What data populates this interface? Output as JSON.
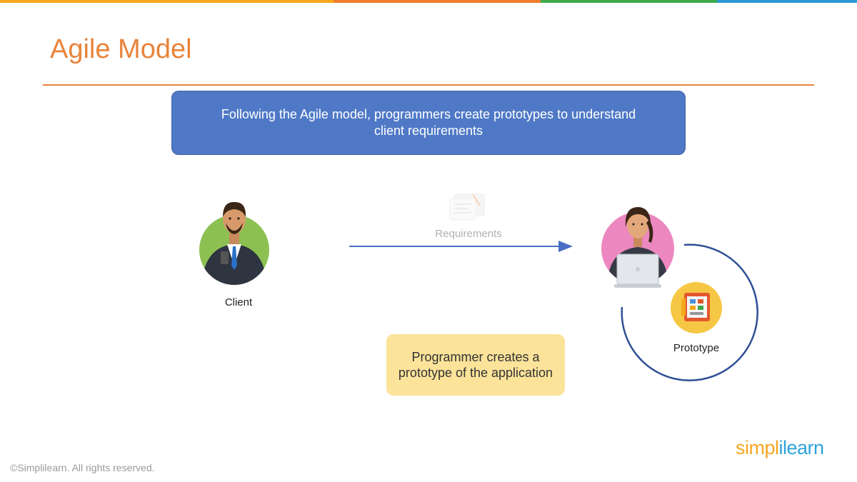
{
  "slide": {
    "title": "Agile Model",
    "banner": "Following the Agile model, programmers create prototypes to understand client requirements",
    "client_label": "Client",
    "requirements_label": "Requirements",
    "prototype_label": "Prototype",
    "note": "Programmer creates a prototype of the application",
    "footer": "©Simplilearn. All rights reserved.",
    "logo_part1": "simpl",
    "logo_part2": "ilearn"
  },
  "colors": {
    "accent": "#e8843a",
    "banner": "#4f79c6",
    "note": "#fbe39a",
    "client_circle": "#8cc152",
    "programmer_circle": "#ec87c0",
    "prototype_circle": "#f6c744",
    "arrow": "#4a6fc4",
    "cycle": "#2f4f96"
  },
  "icons": [
    "client-avatar-icon",
    "programmer-avatar-icon",
    "document-icon",
    "prototype-icon"
  ]
}
